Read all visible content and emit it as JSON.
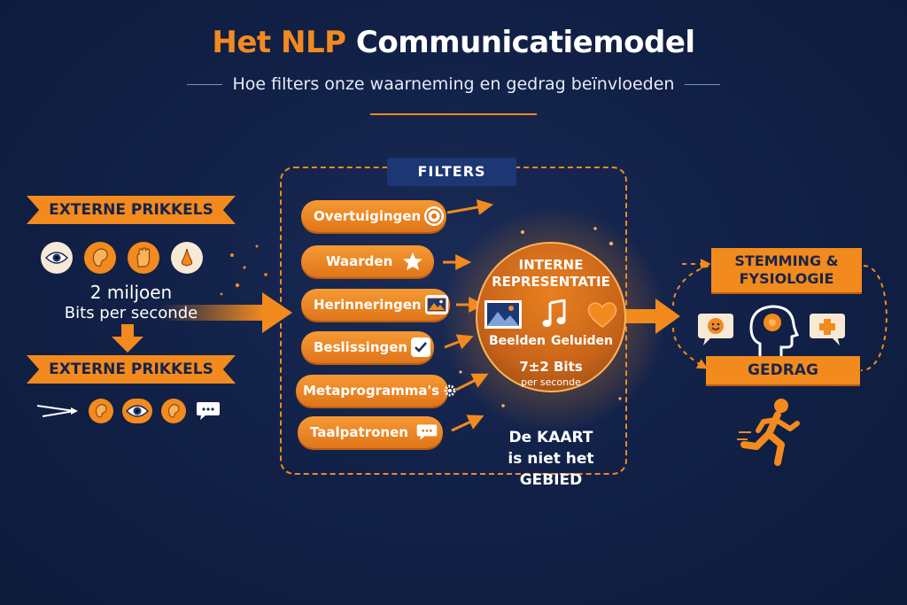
{
  "header": {
    "title_part1": "Het NLP",
    "title_part2": "Communicatiemodel",
    "subtitle": "Hoe filters onze waarneming en gedrag beïnvloeden"
  },
  "left": {
    "ribbon_top": "EXTERNE PRIKKELS",
    "bits_line1": "2 miljoen",
    "bits_line2": "Bits per seconde",
    "ribbon_bottom": "EXTERNE PRIKKELS",
    "top_icons": [
      "eye-icon",
      "ear-icon",
      "hand-icon",
      "nose-icon"
    ],
    "bottom_icons": [
      "motion-arrows-icon",
      "ear-icon",
      "eye-icon",
      "ear-icon",
      "speech-bubble-icon"
    ]
  },
  "filters": {
    "label": "FILTERS",
    "items": [
      {
        "label": "Overtuigingen",
        "icon": "target-icon"
      },
      {
        "label": "Waarden",
        "icon": "star-icon"
      },
      {
        "label": "Herinneringen",
        "icon": "picture-icon"
      },
      {
        "label": "Beslissingen",
        "icon": "checkbox-icon"
      },
      {
        "label": "Metaprogramma's",
        "icon": "gear-icon"
      },
      {
        "label": "Taalpatronen",
        "icon": "speech-bubble-icon"
      }
    ]
  },
  "center": {
    "title_line1": "INTERNE",
    "title_line2": "REPRESENTATIE",
    "label_images": "Beelden",
    "label_sounds": "Geluiden",
    "bits": "7±2 Bits",
    "bits_unit": "per seconde",
    "kaart_line1": "De KAART",
    "kaart_line2": "is niet het GEBIED"
  },
  "right": {
    "stemming_line1": "STEMMING &",
    "stemming_line2": "FYSIOLOGIE",
    "gedrag": "GEDRAG"
  },
  "colors": {
    "background": "#122148",
    "accent": "#f28a1e",
    "label_box": "#1d3774"
  }
}
